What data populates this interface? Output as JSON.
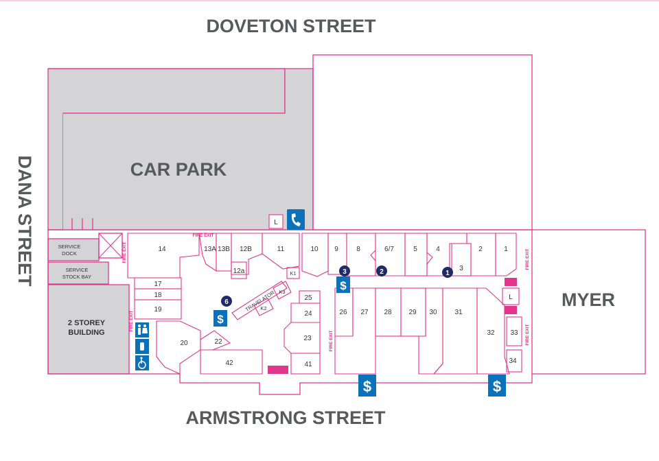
{
  "colors": {
    "wall": "#e2368c",
    "car_park": "#d4d4d6",
    "text": "#58595b",
    "icon_blue": "#0b71b8",
    "marker_navy": "#1f2a6b"
  },
  "streets": {
    "top": "DOVETON STREET",
    "bottom": "ARMSTRONG STREET",
    "left": "DANA STREET"
  },
  "areas": {
    "car_park": "CAR PARK",
    "myer": "MYER",
    "two_storey": "2 STOREY\nBUILDING",
    "service_dock": "SERVICE\nDOCK",
    "service_stock_bay": "SERVICE\nSTOCK BAY"
  },
  "labels": {
    "fire_exit": "FIRE EXIT",
    "travelator": "TRAVELATOR",
    "lift": "L"
  },
  "shops": [
    "14",
    "13A",
    "13B",
    "12B",
    "11",
    "12a",
    "K1",
    "K3",
    "K2",
    "17",
    "18",
    "19",
    "20",
    "22",
    "42",
    "10",
    "9",
    "8",
    "6/7",
    "5",
    "4",
    "3",
    "2",
    "1",
    "25",
    "24",
    "23",
    "41",
    "26",
    "27",
    "28",
    "29",
    "30",
    "31",
    "32",
    "33",
    "34"
  ],
  "markers": [
    "1",
    "2",
    "3",
    "6"
  ],
  "icons": {
    "phone": "phone-icon",
    "atm": "atm-dollar-icon",
    "toilets": "toilets-icon",
    "baby_change": "baby-change-icon",
    "accessible": "accessible-icon",
    "stairs": "stairs-icon"
  }
}
